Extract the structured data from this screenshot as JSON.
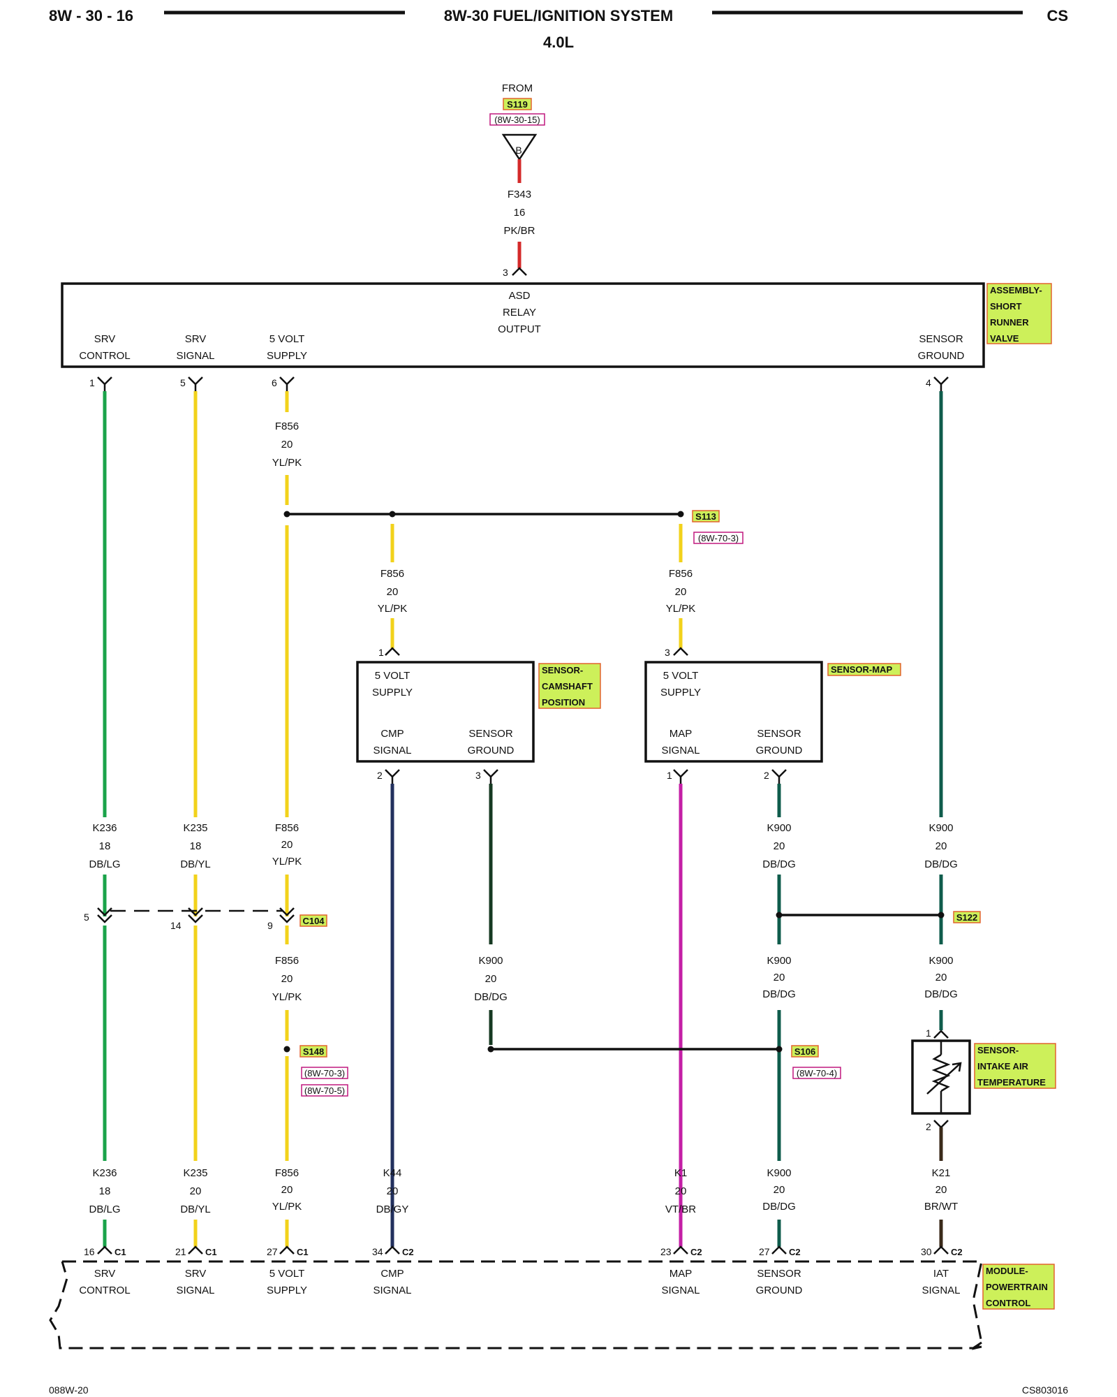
{
  "header": {
    "left": "8W - 30 - 16",
    "title": "8W-30 FUEL/IGNITION SYSTEM",
    "subtitle": "4.0L",
    "right": "CS"
  },
  "footer": {
    "left": "088W-20",
    "right": "CS803016"
  },
  "colors": {
    "green": "#1aa34a",
    "yellow": "#f2d21b",
    "red": "#d42a2a",
    "teal": "#0f5c4c",
    "navy": "#22305e",
    "darkgreen": "#163a22",
    "magenta": "#c41fa6",
    "tag_fill": "#cdf05a",
    "tag_border": "#e2632e",
    "ref_border": "#c0187e"
  },
  "source": {
    "from": "FROM",
    "splice": "S119",
    "ref": "(8W-30-15)",
    "pin": "B",
    "wire": {
      "circuit": "F343",
      "gauge": "16",
      "color": "PK/BR"
    },
    "entry_pin": "3"
  },
  "asd": {
    "title_lines": [
      "ASD",
      "RELAY",
      "OUTPUT"
    ],
    "name_lines": [
      "ASSEMBLY-",
      "SHORT",
      "RUNNER",
      "VALVE"
    ],
    "cols": [
      {
        "l1": "SRV",
        "l2": "CONTROL",
        "pin": "1"
      },
      {
        "l1": "SRV",
        "l2": "SIGNAL",
        "pin": "5"
      },
      {
        "l1": "5 VOLT",
        "l2": "SUPPLY",
        "pin": "6"
      },
      {
        "l1": "SENSOR",
        "l2": "GROUND",
        "pin": "4"
      }
    ]
  },
  "wires": {
    "f856_top": {
      "circuit": "F856",
      "gauge": "20",
      "color": "YL/PK"
    },
    "s113": {
      "splice": "S113",
      "ref": "(8W-70-3)"
    },
    "f856_cmp": {
      "circuit": "F856",
      "gauge": "20",
      "color": "YL/PK"
    },
    "f856_map": {
      "circuit": "F856",
      "gauge": "20",
      "color": "YL/PK"
    },
    "k236_mid": {
      "circuit": "K236",
      "gauge": "18",
      "color": "DB/LG"
    },
    "k235_mid": {
      "circuit": "K235",
      "gauge": "18",
      "color": "DB/YL"
    },
    "f856_mid": {
      "circuit": "F856",
      "gauge": "20",
      "color": "YL/PK"
    },
    "k900_mapgnd": {
      "circuit": "K900",
      "gauge": "20",
      "color": "DB/DG"
    },
    "k900_right": {
      "circuit": "K900",
      "gauge": "20",
      "color": "DB/DG"
    },
    "c104": {
      "name": "C104",
      "pins": [
        "5",
        "14",
        "9"
      ]
    },
    "s122": {
      "splice": "S122"
    },
    "f856_low": {
      "circuit": "F856",
      "gauge": "20",
      "color": "YL/PK"
    },
    "k900_cmpgnd": {
      "circuit": "K900",
      "gauge": "20",
      "color": "DB/DG"
    },
    "k900_low": {
      "circuit": "K900",
      "gauge": "20",
      "color": "DB/DG"
    },
    "k900_iat": {
      "circuit": "K900",
      "gauge": "20",
      "color": "DB/DG"
    },
    "s148": {
      "splice": "S148",
      "refs": [
        "(8W-70-3)",
        "(8W-70-5)"
      ]
    },
    "s106": {
      "splice": "S106",
      "ref": "(8W-70-4)"
    }
  },
  "cmp_sensor": {
    "name_lines": [
      "SENSOR-",
      "CAMSHAFT",
      "POSITION"
    ],
    "in_pin": "1",
    "supply": [
      "5 VOLT",
      "SUPPLY"
    ],
    "out1": [
      "CMP",
      "SIGNAL"
    ],
    "out1_pin": "2",
    "out2": [
      "SENSOR",
      "GROUND"
    ],
    "out2_pin": "3"
  },
  "map_sensor": {
    "name": "SENSOR-MAP",
    "in_pin": "3",
    "supply": [
      "5 VOLT",
      "SUPPLY"
    ],
    "out1": [
      "MAP",
      "SIGNAL"
    ],
    "out1_pin": "1",
    "out2": [
      "SENSOR",
      "GROUND"
    ],
    "out2_pin": "2"
  },
  "iat_sensor": {
    "name_lines": [
      "SENSOR-",
      "INTAKE AIR",
      "TEMPERATURE"
    ],
    "pin_top": "1",
    "pin_bottom": "2"
  },
  "bottom_wires": [
    {
      "circuit": "K236",
      "gauge": "18",
      "color": "DB/LG"
    },
    {
      "circuit": "K235",
      "gauge": "20",
      "color": "DB/YL"
    },
    {
      "circuit": "F856",
      "gauge": "20",
      "color": "YL/PK"
    },
    {
      "circuit": "K44",
      "gauge": "20",
      "color": "DB/GY"
    },
    {
      "circuit": "K1",
      "gauge": "20",
      "color": "VT/BR"
    },
    {
      "circuit": "K900",
      "gauge": "20",
      "color": "DB/DG"
    },
    {
      "circuit": "K21",
      "gauge": "20",
      "color": "BR/WT"
    }
  ],
  "pcm": {
    "name_lines": [
      "MODULE-",
      "POWERTRAIN",
      "CONTROL"
    ],
    "pins": [
      {
        "pin": "16",
        "conn": "C1",
        "l1": "SRV",
        "l2": "CONTROL"
      },
      {
        "pin": "21",
        "conn": "C1",
        "l1": "SRV",
        "l2": "SIGNAL"
      },
      {
        "pin": "27",
        "conn": "C1",
        "l1": "5 VOLT",
        "l2": "SUPPLY"
      },
      {
        "pin": "34",
        "conn": "C2",
        "l1": "CMP",
        "l2": "SIGNAL"
      },
      {
        "pin": "23",
        "conn": "C2",
        "l1": "MAP",
        "l2": "SIGNAL"
      },
      {
        "pin": "27",
        "conn": "C2",
        "l1": "SENSOR",
        "l2": "GROUND"
      },
      {
        "pin": "30",
        "conn": "C2",
        "l1": "IAT",
        "l2": "SIGNAL"
      }
    ]
  }
}
